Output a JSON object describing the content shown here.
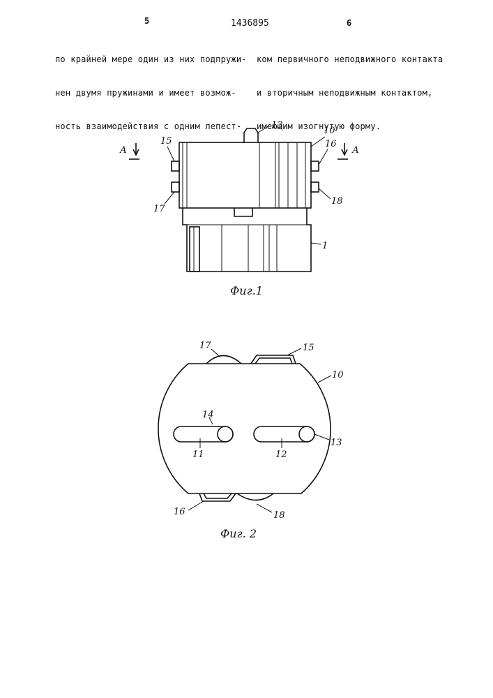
{
  "header": {
    "page_left": "5",
    "patent_number": "1436895",
    "page_right": "6"
  },
  "text": {
    "left_column": [
      "по крайней мере один из них подпружи-",
      "нен двумя пружинами и имеет возмож-",
      "ность взаимодействия с одним лепест-"
    ],
    "right_column": [
      "ком первичного неподвижного контакта",
      "и вторичным неподвижным контактом,",
      "имеющим изогнутую форму."
    ]
  },
  "figure1": {
    "caption": "Фиг.1",
    "section_marks": [
      "А",
      "А"
    ],
    "labels": [
      "13",
      "10",
      "15",
      "16",
      "17",
      "18",
      "1"
    ]
  },
  "figure2": {
    "caption": "Фиг. 2",
    "labels": [
      "17",
      "15",
      "10",
      "14",
      "11",
      "12",
      "13",
      "16",
      "18"
    ]
  }
}
